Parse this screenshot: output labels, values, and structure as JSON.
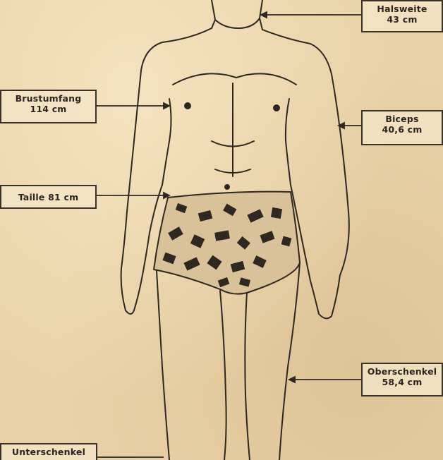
{
  "labels": {
    "halsweite": {
      "name": "Halsweite",
      "value": "43 cm"
    },
    "brustumfang": {
      "name": "Brustumfang",
      "value": "114 cm"
    },
    "biceps": {
      "name": "Biceps",
      "value": "40,6 cm"
    },
    "taille": {
      "text": "Taille 81 cm"
    },
    "oberschenkel": {
      "name": "Oberschenkel",
      "value": "58,4 cm"
    },
    "unterschenkel": {
      "name": "Unterschenkel"
    }
  },
  "colors": {
    "paper": "#e9d2a8",
    "ink": "#2b251e"
  }
}
